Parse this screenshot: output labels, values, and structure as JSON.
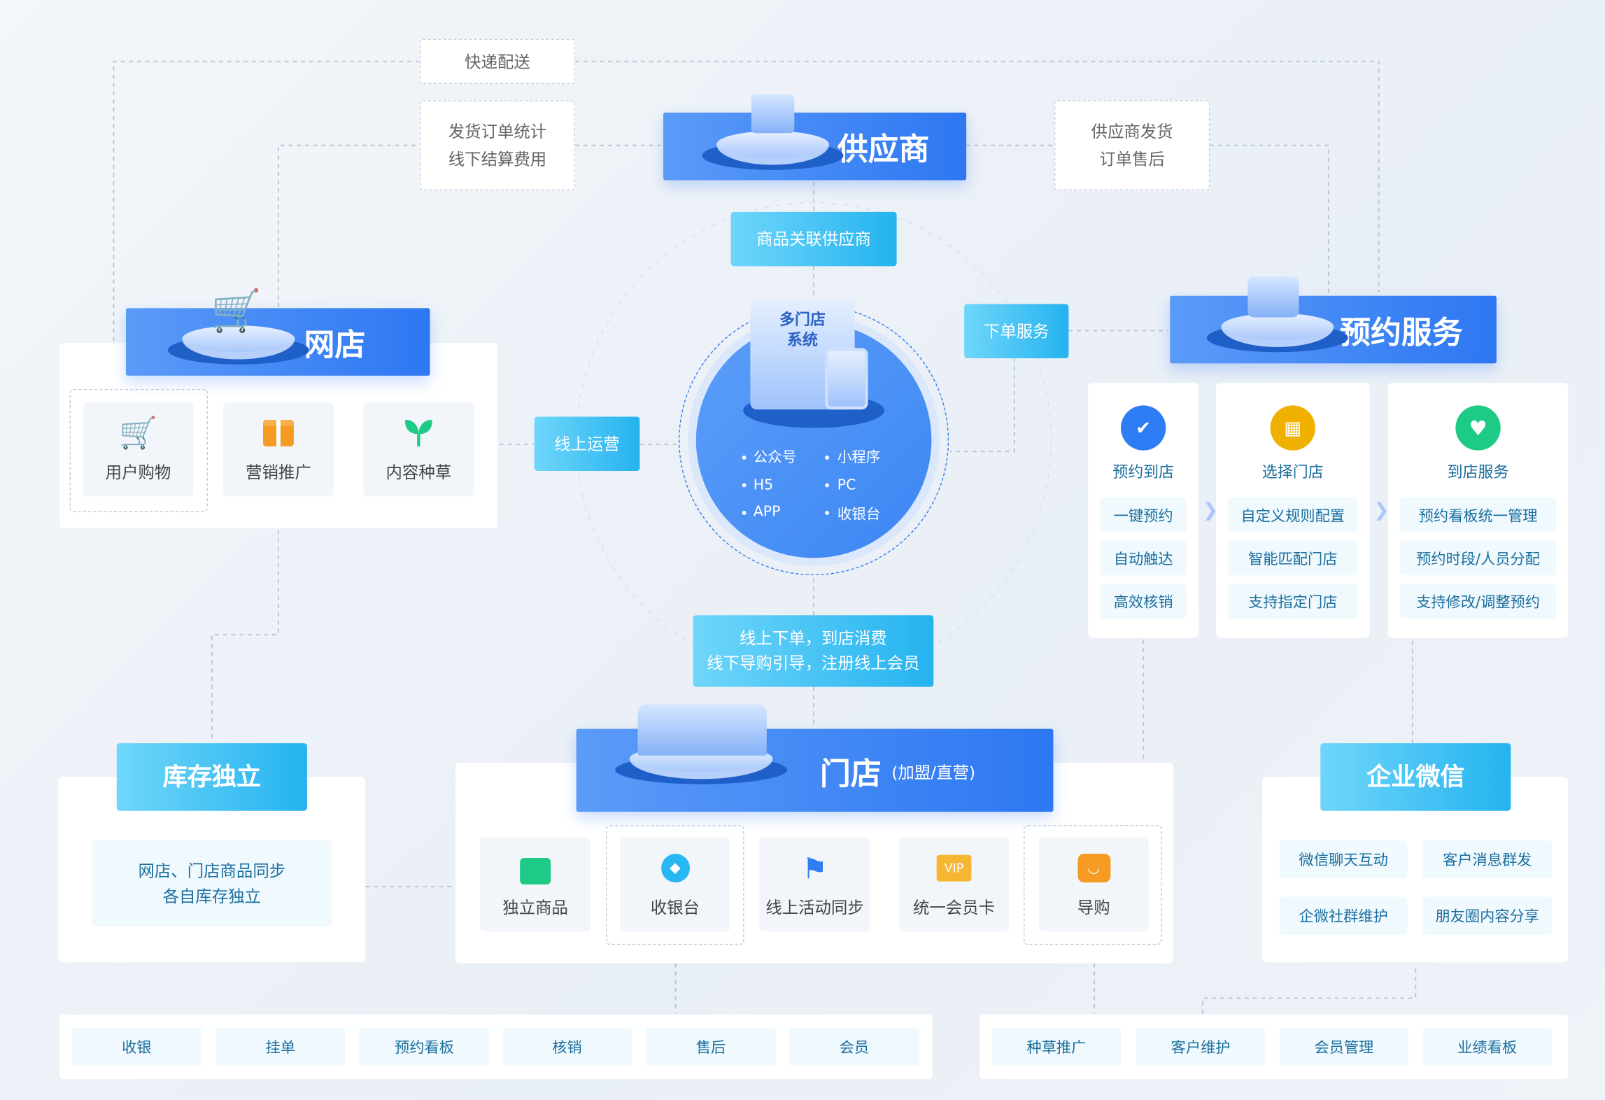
{
  "top": {
    "express": "快递配送",
    "order_stats": [
      "发货订单统计",
      "线下结算费用"
    ],
    "supplier": "供应商",
    "supplier_ship": [
      "供应商发货",
      "订单售后"
    ],
    "link_supplier": "商品关联供应商"
  },
  "center": {
    "title": [
      "多门店",
      "系统"
    ],
    "channels": [
      "公众号",
      "小程序",
      "H5",
      "PC",
      "APP",
      "收银台"
    ],
    "online_ops": "线上运营",
    "order_service": "下单服务",
    "o2o": [
      "线上下单，到店消费",
      "线下导购引导，注册线上会员"
    ]
  },
  "webshop": {
    "title": "网店",
    "items": [
      "用户购物",
      "营销推广",
      "内容种草"
    ]
  },
  "booking": {
    "title": "预约服务",
    "columns": [
      {
        "title": "预约到店",
        "icon": "calendar-check",
        "color": "#2f7df5",
        "items": [
          "一键预约",
          "自动触达",
          "高效核销"
        ]
      },
      {
        "title": "选择门店",
        "icon": "store",
        "color": "#f0b000",
        "items": [
          "自定义规则配置",
          "智能匹配门店",
          "支持指定门店"
        ]
      },
      {
        "title": "到店服务",
        "icon": "heart",
        "color": "#1ecb86",
        "items": [
          "预约看板统一管理",
          "预约时段/人员分配",
          "支持修改/调整预约"
        ]
      }
    ]
  },
  "inventory": {
    "title": "库存独立",
    "text": [
      "网店、门店商品同步",
      "各自库存独立"
    ]
  },
  "store": {
    "title": "门店",
    "subtitle": "(加盟/直营)",
    "items": [
      "独立商品",
      "收银台",
      "线上活动同步",
      "统一会员卡",
      "导购"
    ],
    "vip_label": "VIP"
  },
  "wecom": {
    "title": "企业微信",
    "items": [
      "微信聊天互动",
      "客户消息群发",
      "企微社群维护",
      "朋友圈内容分享"
    ]
  },
  "bottom_left": [
    "收银",
    "挂单",
    "预约看板",
    "核销",
    "售后",
    "会员"
  ],
  "bottom_right": [
    "种草推广",
    "客户维护",
    "会员管理",
    "业绩看板"
  ],
  "colors": {
    "blue": "#2d77f2",
    "cyan": "#25b3ef",
    "tag_text": "#1b6e9e"
  }
}
